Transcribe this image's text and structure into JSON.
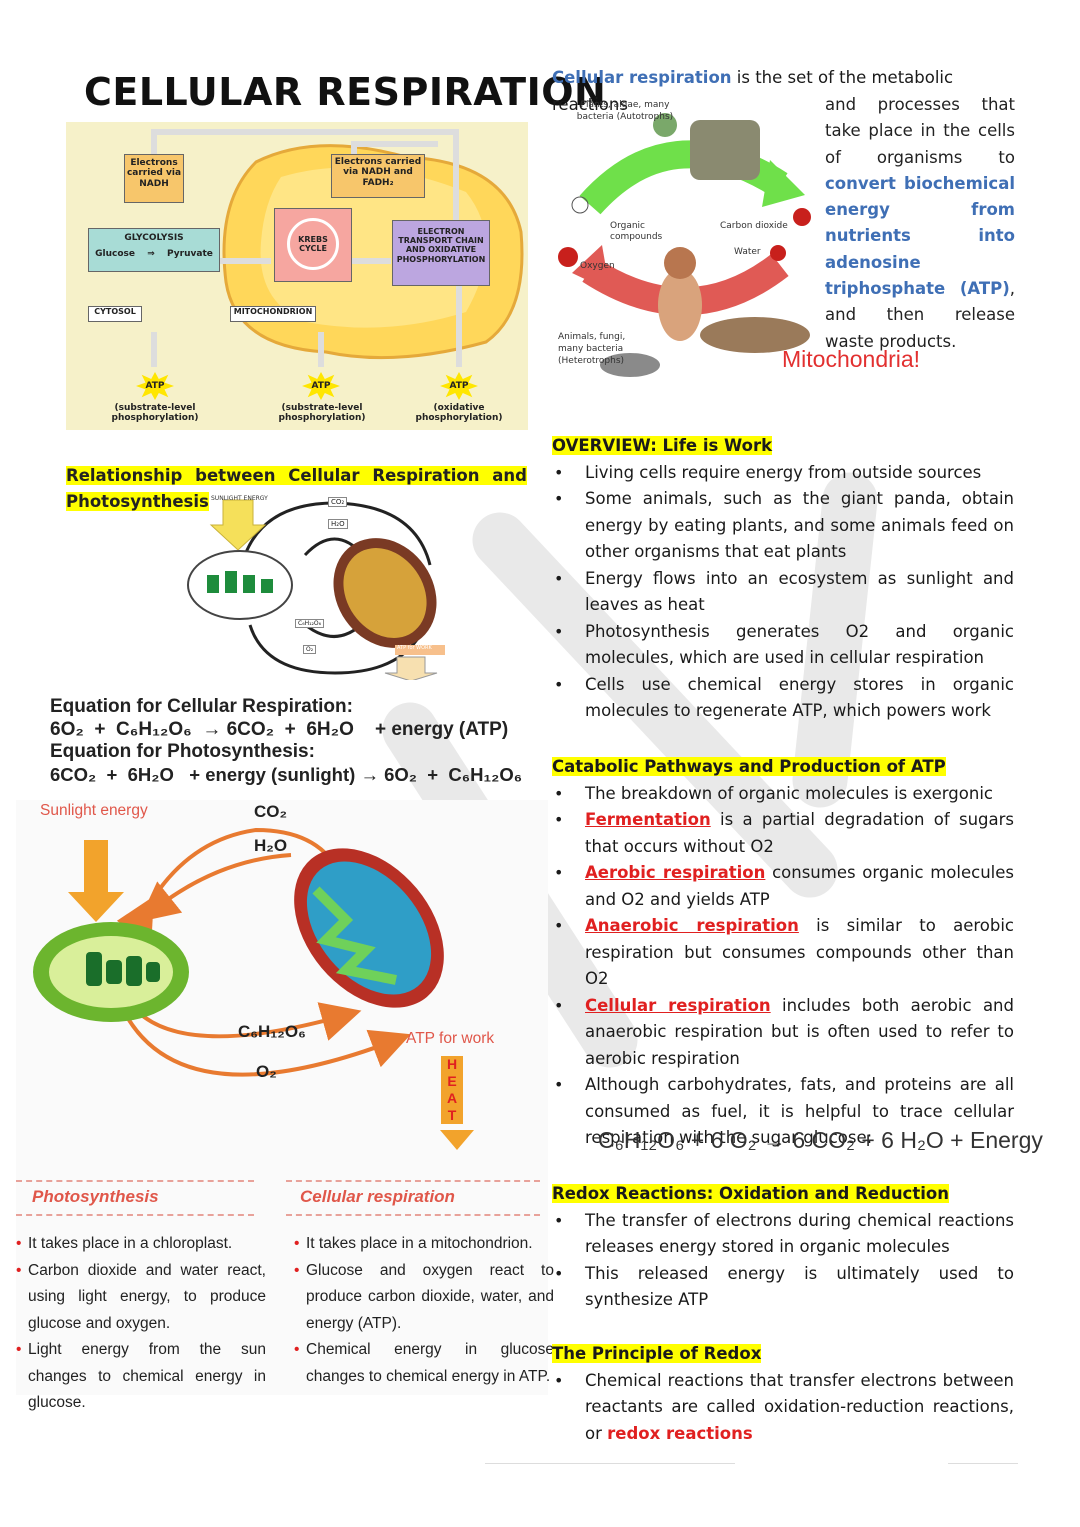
{
  "title": "CELLULAR RESPIRATION",
  "resp_diagram": {
    "nadh_box": "Electrons carried via NADH",
    "nadh_fadh_box": "Electrons carried via NADH and FADH₂",
    "glycolysis": "GLYCOLYSIS",
    "glucose": "Glucose",
    "pyruvate": "Pyruvate",
    "krebs": "KREBS CYCLE",
    "etc": "ELECTRON TRANSPORT CHAIN AND OXIDATIVE PHOSPHORYLATION",
    "cytosol": "CYTOSOL",
    "mitochondrion": "MITOCHONDRION",
    "atp": "ATP",
    "atp_notes": [
      "(substrate-level phosphorylation)",
      "(substrate-level phosphorylation)",
      "(oxidative phosphorylation)"
    ]
  },
  "intro": {
    "term": "Cellular respiration",
    "line1": " is the set of the metabolic reactions",
    "body_a": "and processes that take place in the cells of organisms to ",
    "highlight": "convert biochemical energy from nutrients into adenosine triphosphate (ATP)",
    "body_b": ", and then release waste products."
  },
  "cycle_image": {
    "autotrophs": "Plants, algae, many bacteria (Autotrophs)",
    "organic": "Organic compounds",
    "co2": "Carbon dioxide",
    "water": "Water",
    "oxygen": "Oxygen",
    "heterotrophs": "Animals, fungi, many bacteria (Heterotrophs)",
    "mito": "Mitochondria!"
  },
  "relationship": {
    "heading": "Relationship between Cellular Respiration and Photosynthesis",
    "small": {
      "sunlight": "SUNLIGHT ENERGY",
      "co2": "CO₂",
      "h2o": "H₂O",
      "c6": "C₆H₁₂O₆",
      "o2": "O₂",
      "atp": "ATP for WORK",
      "heat": "HEAT"
    }
  },
  "equations": {
    "resp_title": "Equation for Cellular Respiration:",
    "resp_eq": "6O₂  +  C₆H₁₂O₆  → 6CO₂  +  6H₂O    + energy (ATP)",
    "photo_title": "Equation for Photosynthesis:",
    "photo_eq": "6CO₂  +  6H₂O   + energy (sunlight) → 6O₂  +  C₆H₁₂O₆"
  },
  "big_diagram": {
    "sunlight": "Sunlight energy",
    "co2": "CO₂",
    "h2o": "H₂O",
    "c6": "C₆H₁₂O₆",
    "o2": "O₂",
    "atp": "ATP for work",
    "heat": [
      "H",
      "E",
      "A",
      "T"
    ]
  },
  "comparison": {
    "photo_head": "Photosynthesis",
    "resp_head": "Cellular respiration",
    "photo_items": [
      "It takes place in a chloroplast.",
      "Carbon dioxide and water react, using light energy, to produce glucose and oxygen.",
      "Light energy from the sun changes to chemical energy in glucose."
    ],
    "resp_items": [
      "It takes place in a mitochondrion.",
      "Glucose and oxygen react to produce carbon dioxide, water, and energy (ATP).",
      "Chemical energy in glucose changes to chemical energy in ATP."
    ]
  },
  "overview": {
    "heading": "OVERVIEW: Life is Work",
    "items": [
      "Living cells require energy from outside sources",
      "Some animals, such as the giant panda, obtain energy by eating plants, and some animals feed on other organisms that eat plants",
      "Energy flows into an ecosystem as sunlight and leaves as heat",
      "Photosynthesis generates O2 and organic molecules, which are used in cellular respiration",
      "Cells use chemical energy stores in organic molecules to regenerate ATP, which powers work"
    ]
  },
  "catabolic": {
    "heading": "Catabolic Pathways and Production of ATP",
    "item1": "The breakdown of organic molecules is exergonic",
    "fermentation": "Fermentation",
    "fermentation_rest": " is a partial degradation of sugars that occurs without O2",
    "aerobic": "Aerobic respiration",
    "aerobic_rest": " consumes organic molecules and O2 and yields ATP",
    "anaerobic": "Anaerobic respiration",
    "anaerobic_rest": " is similar to aerobic respiration but consumes compounds other than O2",
    "cellular": "Cellular respiration",
    "cellular_rest": " includes both aerobic and anaerobic respiration but is often used to refer to aerobic respiration",
    "item6": "Although carbohydrates, fats, and proteins are all consumed as fuel, it is helpful to trace cellular respiration with the sugar glucose:",
    "equation": "C₆H₁₂O₆ + 6 O₂ → 6 CO₂ + 6 H₂O + Energy"
  },
  "redox": {
    "heading": "Redox Reactions: Oxidation and Reduction",
    "items": [
      "The transfer of electrons during chemical reactions releases energy stored in organic molecules",
      "This released energy is ultimately used to synthesize ATP"
    ]
  },
  "principle": {
    "heading": "The Principle of Redox",
    "text": "Chemical reactions that transfer electrons between reactants are called oxidation-reduction reactions, or ",
    "term": "redox reactions"
  }
}
